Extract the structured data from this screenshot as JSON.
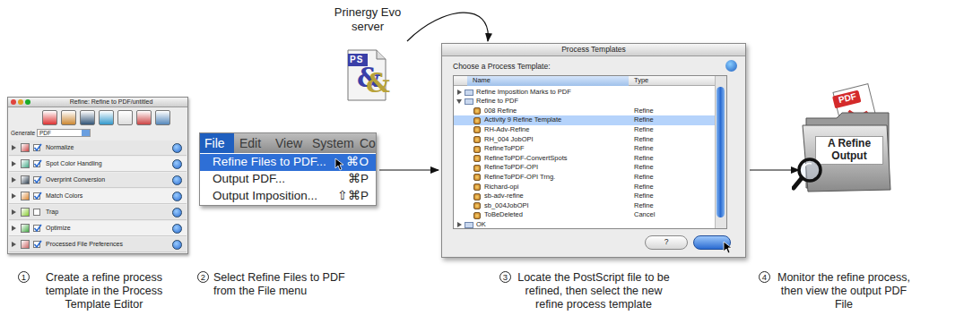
{
  "diagram": {
    "nodes": [
      {
        "text": [
          "Refine: Refine to PDF/untitled",
          "Generate",
          "PDF",
          "Normalize",
          "Spot Color Handling",
          "Overprint Conversion",
          "Match Colors",
          "Trap",
          "Optimize",
          "Processed File Preferences"
        ]
      },
      {
        "text": [
          "File",
          "Edit",
          "View",
          "System",
          "Co",
          "Refine Files to PDF...",
          "⌘O",
          "Output PDF...",
          "⌘P",
          "Output Imposition...",
          "⇧⌘P"
        ]
      },
      {
        "text": [
          "Prinergy Evo server",
          "PS",
          "&",
          "&"
        ]
      },
      {
        "text": [
          "Process Templates",
          "Choose a Process Template:",
          "Name",
          "Type",
          "Refine Imposition Marks to PDF",
          "Refine to PDF",
          "008 Refine",
          "Refine",
          "Activity 9 Refine Template",
          "Refine",
          "RH-Adv-Refine",
          "Refine",
          "RH_004 JobOPI",
          "Refine",
          "RefineToPDF",
          "Refine",
          "RefineToPDF-ConvertSpots",
          "Refine",
          "RefineToPDF-OPI",
          "Refine",
          "RefineToPDF-OPI Trng.",
          "Refine",
          "Richard-opi",
          "Refine",
          "sb-adv-refine",
          "Refine",
          "sb_004JobOPI",
          "Refine",
          "ToBeDeleted",
          "Cancel",
          "OK",
          "?"
        ]
      },
      {
        "text": [
          "PDF",
          "A Refine Output"
        ]
      }
    ],
    "edges": [
      {
        "from": 1,
        "to": 3,
        "arrow": "to"
      },
      {
        "from": 2,
        "to": 3,
        "arrow": "to"
      },
      {
        "from": 3,
        "to": 4,
        "arrow": "to"
      }
    ],
    "labels": [
      "1",
      "Create a refine process template in the Process Template Editor",
      "2",
      "Select Refine Files to PDF from the File menu",
      "3",
      "Locate the PostScript file to be refined, then select the new refine process template",
      "4",
      "Monitor the refine process, then view the output PDF File"
    ]
  }
}
